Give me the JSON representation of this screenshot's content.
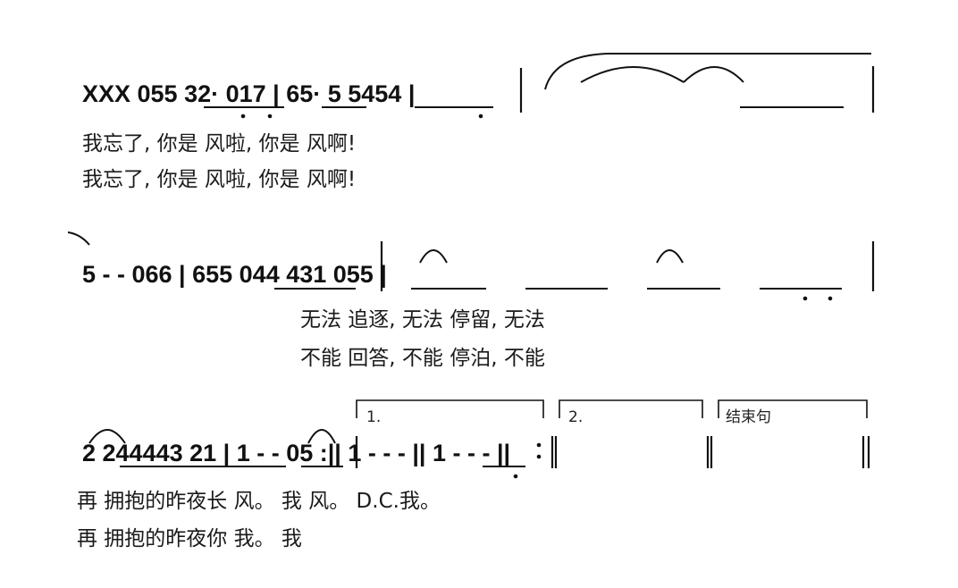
{
  "rows": [
    {
      "notes": "XXX 055 32· 017 | 65· 5 5454 |",
      "lyrics": [
        "我忘了, 你是 风啦, 你是 风啊!",
        "我忘了, 你是 风啦, 你是 风啊!"
      ]
    },
    {
      "notes": "5 - - 066 | 655 044 431 055 |",
      "lyrics": [
        "无法 追逐, 无法 停留, 无法",
        "不能 回答, 不能 停泊, 不能"
      ]
    },
    {
      "notes": "2 244443 21 | 1 - - 05 :|| 1 - - - || 1 - - - ||",
      "lyrics": [
        "再 拥抱的昨夜长 风。 我 风。 D.C.我。",
        "再 拥抱的昨夜你 我。 我"
      ]
    }
  ],
  "endings": {
    "first": "1.",
    "second": "2.",
    "final": "结束句"
  }
}
